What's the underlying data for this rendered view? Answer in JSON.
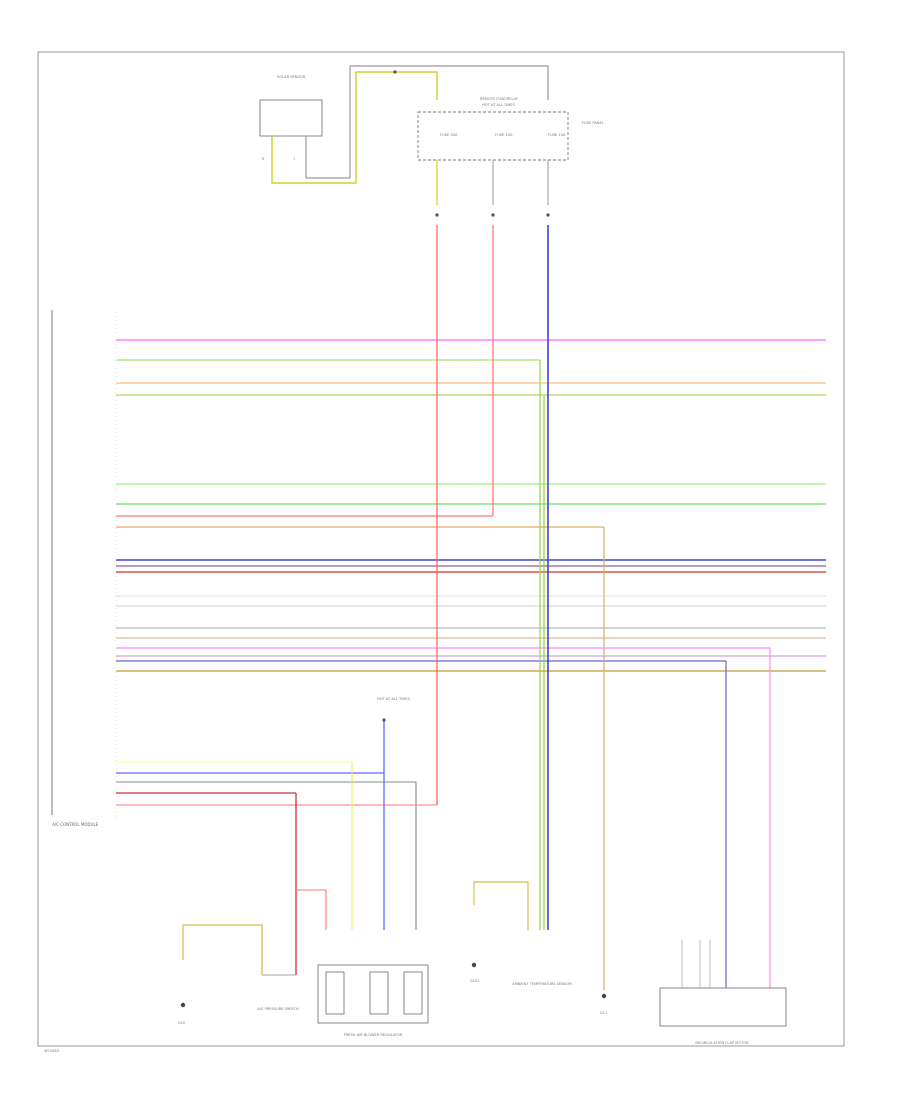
{
  "diagram": {
    "fig_id": "W74483",
    "module_label": "A/C CONTROL MODULE",
    "relay_label": "REMOTE FUSE/RELAY",
    "fuse_labels": [
      "FUSE 30A",
      "FUSE 10A",
      "FUSE 10A"
    ],
    "fuse_caption": "FUSE PANEL",
    "ground_labels": [
      "G10",
      "G101",
      "G11"
    ],
    "components": {
      "solar_sensor": "SOLAR SENSOR",
      "a_c_pressure": "A/C PRESSURE SWITCH",
      "ambient_sensor": "AMBIENT TEMPERATURE SENSOR",
      "blower_regulator": "FRESH AIR BLOWER REGULATOR",
      "recirc_motor": "RECIRCULATION FLAP MOTOR"
    },
    "tap_label": "HOT AT ALL TIMES"
  }
}
